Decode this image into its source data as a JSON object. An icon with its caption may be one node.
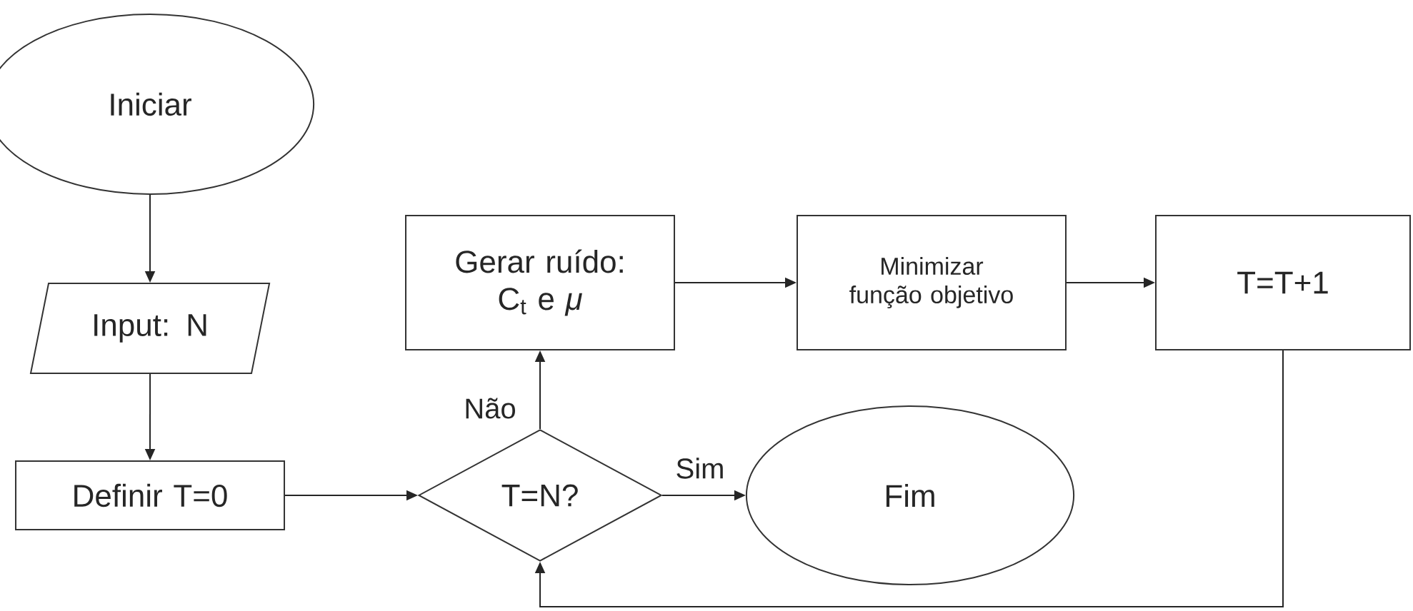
{
  "diagram": {
    "nodes": [
      {
        "text": [
          "Iniciar"
        ]
      },
      {
        "text": [
          "Input: N"
        ]
      },
      {
        "text": [
          "Definir T=0"
        ]
      },
      {
        "text": [
          "T=N?"
        ]
      },
      {
        "text": [
          "Gerar ruído: C$_{t}$ e *μ*"
        ]
      },
      {
        "text": [
          "Minimizar função objetivo"
        ]
      },
      {
        "text": [
          "T=T+1"
        ]
      },
      {
        "text": [
          "Fim"
        ]
      }
    ],
    "edges": [
      {
        "from": 0,
        "to": 1,
        "arrow": "to"
      },
      {
        "from": 1,
        "to": 2,
        "arrow": "to"
      },
      {
        "from": 2,
        "to": 3,
        "arrow": "to"
      },
      {
        "from": 3,
        "to": 4,
        "arrow": "to",
        "label": "Não"
      },
      {
        "from": 3,
        "to": 7,
        "arrow": "to",
        "label": "Sim"
      },
      {
        "from": 4,
        "to": 5,
        "arrow": "to"
      },
      {
        "from": 5,
        "to": 6,
        "arrow": "to"
      },
      {
        "from": 6,
        "to": 3,
        "arrow": "to"
      }
    ]
  }
}
